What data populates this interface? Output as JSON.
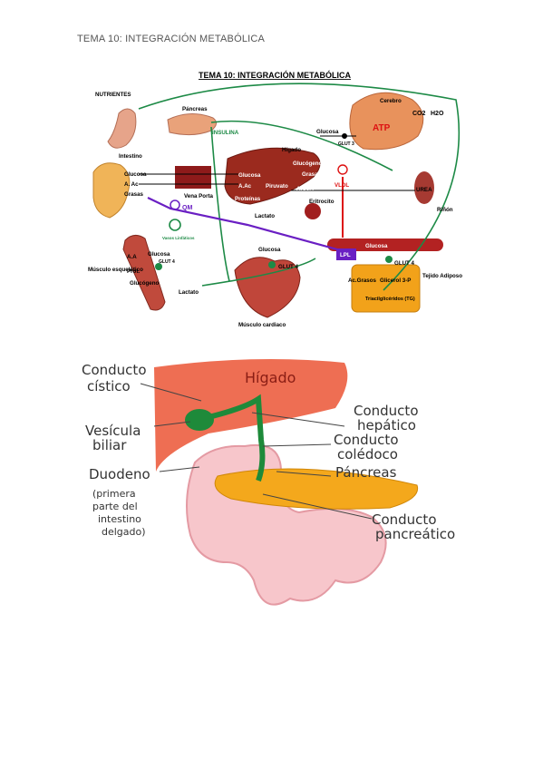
{
  "page": {
    "header": "TEMA 10: INTEGRACIÓN METABÓLICA"
  },
  "figure1": {
    "title": "TEMA 10: INTEGRACIÓN METABÓLICA",
    "labels": {
      "nutrientes": "NUTRIENTES",
      "pancreas": "Páncreas",
      "insulina": "INSULINA",
      "cerebro": "Cerebro",
      "atp": "ATP",
      "co2": "CO2",
      "h2o": "H2O",
      "glucosa_cerebro": "Glucosa",
      "glut3": "GLUT 3",
      "higado": "Hígado",
      "intestino": "Intestino",
      "glucosa_int": "Glucosa",
      "aac_int": "A. Ac",
      "grasas_int": "Grasas",
      "glucosa_hig": "Glucosa",
      "glucogeno": "Glucógeno",
      "aac_hig": "A.Ac",
      "piruvato": "Piruvato",
      "grasa": "Grasa",
      "proteinas": "Proteínas",
      "acetilcoa": "A.CoA",
      "vldl": "VLDL",
      "urea": "UREA",
      "rinon": "Riñón",
      "vena_porta": "Vena Porta",
      "qm": "QM",
      "vasos_linfaticos": "Vasos Linfáticos",
      "eritrocito": "Eritrocito",
      "lactato_hig": "Lactato",
      "glucosa_musc": "Glucosa",
      "glut4_musc": "GLUT 4",
      "aa_musc": "A.A",
      "prot_musc": "Prot.",
      "glucogeno_musc": "Glucógeno",
      "musculo_esq": "Músculo esquelético",
      "lactato_musc": "Lactato",
      "glucosa_card": "Glucosa",
      "glut4_card": "GLUT 4",
      "musculo_cardiaco": "Músculo cardiaco",
      "lpl": "LPL",
      "glucosa_adip": "Glucosa",
      "glut4_adip": "GLUT 4",
      "ac_grasos": "Ac.Grasos",
      "glicerol": "Glicerol 3-P",
      "tag": "Triacilglicéridos (TG)",
      "tejido_adiposo": "Tejido Adiposo"
    }
  },
  "figure2": {
    "labels": {
      "conducto_cistico_1": "Conducto",
      "conducto_cistico_2": "cístico",
      "higado": "Hígado",
      "conducto_hepatico_1": "Conducto",
      "conducto_hepatico_2": "hepático",
      "vesicula_1": "Vesícula",
      "vesicula_2": "biliar",
      "coledoco_1": "Conducto",
      "coledoco_2": "colédoco",
      "duodeno": "Duodeno",
      "pancreas": "Páncreas",
      "duodeno_note_1": "(primera",
      "duodeno_note_2": "parte del",
      "duodeno_note_3": "intestino",
      "duodeno_note_4": "delgado)",
      "pancreatico_1": "Conducto",
      "pancreatico_2": "pancreático"
    }
  }
}
